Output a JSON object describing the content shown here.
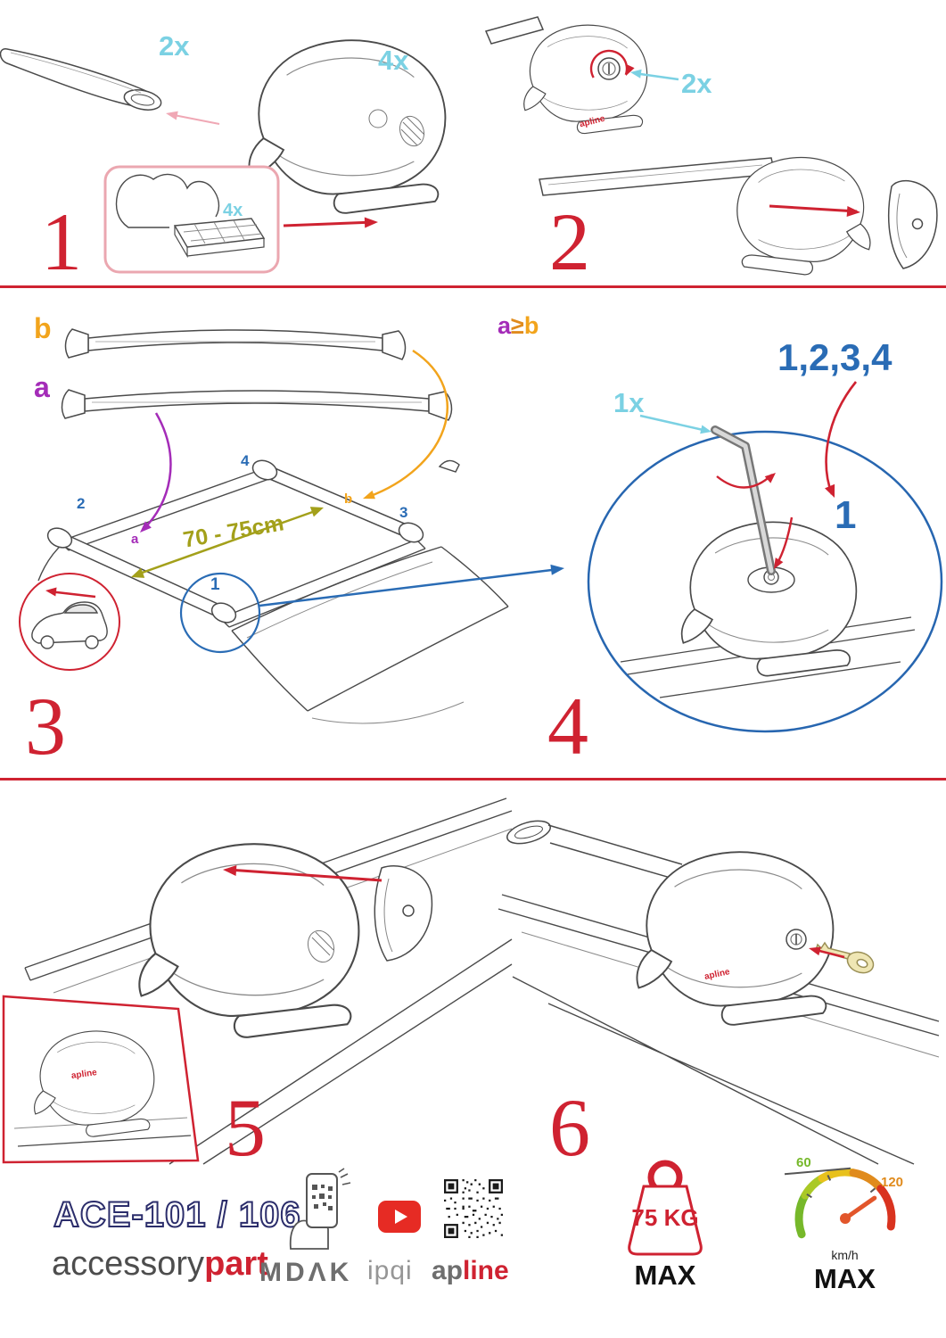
{
  "steps": {
    "s1": {
      "num": "1",
      "bar_qty": "2x",
      "foot_qty": "4x",
      "pad_qty": "4x"
    },
    "s2": {
      "num": "2",
      "lock_qty": "2x"
    },
    "s3": {
      "num": "3",
      "bar_b": "b",
      "bar_a": "a",
      "rule_a": "a",
      "rule_op": "≥",
      "rule_b": "b",
      "distance": "70 - 75cm",
      "pos1": "1",
      "pos2": "2",
      "pos3": "3",
      "pos4": "4",
      "pos_a": "a",
      "pos_b": "b"
    },
    "s4": {
      "num": "4",
      "key_qty": "1x",
      "sequence": "1,2,3,4",
      "first": "1"
    },
    "s5": {
      "num": "5"
    },
    "s6": {
      "num": "6"
    }
  },
  "branding": {
    "model": "ACE-101 / 106",
    "brand_gray": "accessory",
    "brand_red": "part",
    "mdak": "MDΛK",
    "ipqi": "ipqi",
    "ap": "ap",
    "line": "line",
    "apline": "apline"
  },
  "limits": {
    "weight": "75 KG",
    "weight_max": "MAX",
    "speed_min": "60",
    "speed_top": "120",
    "speed_unit": "km/h",
    "speed_max": "MAX"
  },
  "icons": {
    "phone-scan-icon": "hand holding phone scanning QR",
    "youtube-icon": "red rounded rectangle with white play triangle",
    "qr-code-icon": "QR code grid",
    "weight-icon": "kettlebell outline",
    "speedometer-icon": "color gauge arc with needle",
    "key-icon": "car key",
    "allen-key-icon": "hex allen key",
    "crossbar-icon": "aero roof crossbar",
    "foot-icon": "roof rack clamp foot"
  },
  "colors": {
    "red": "#cf2231",
    "cyan": "#7bd1e3",
    "blue": "#2a6cb5",
    "purple": "#a42cb8",
    "orange": "#f2a41c",
    "olive": "#a3a01a",
    "navy": "#2b2d6b",
    "line_art": "#4a4a4a"
  }
}
